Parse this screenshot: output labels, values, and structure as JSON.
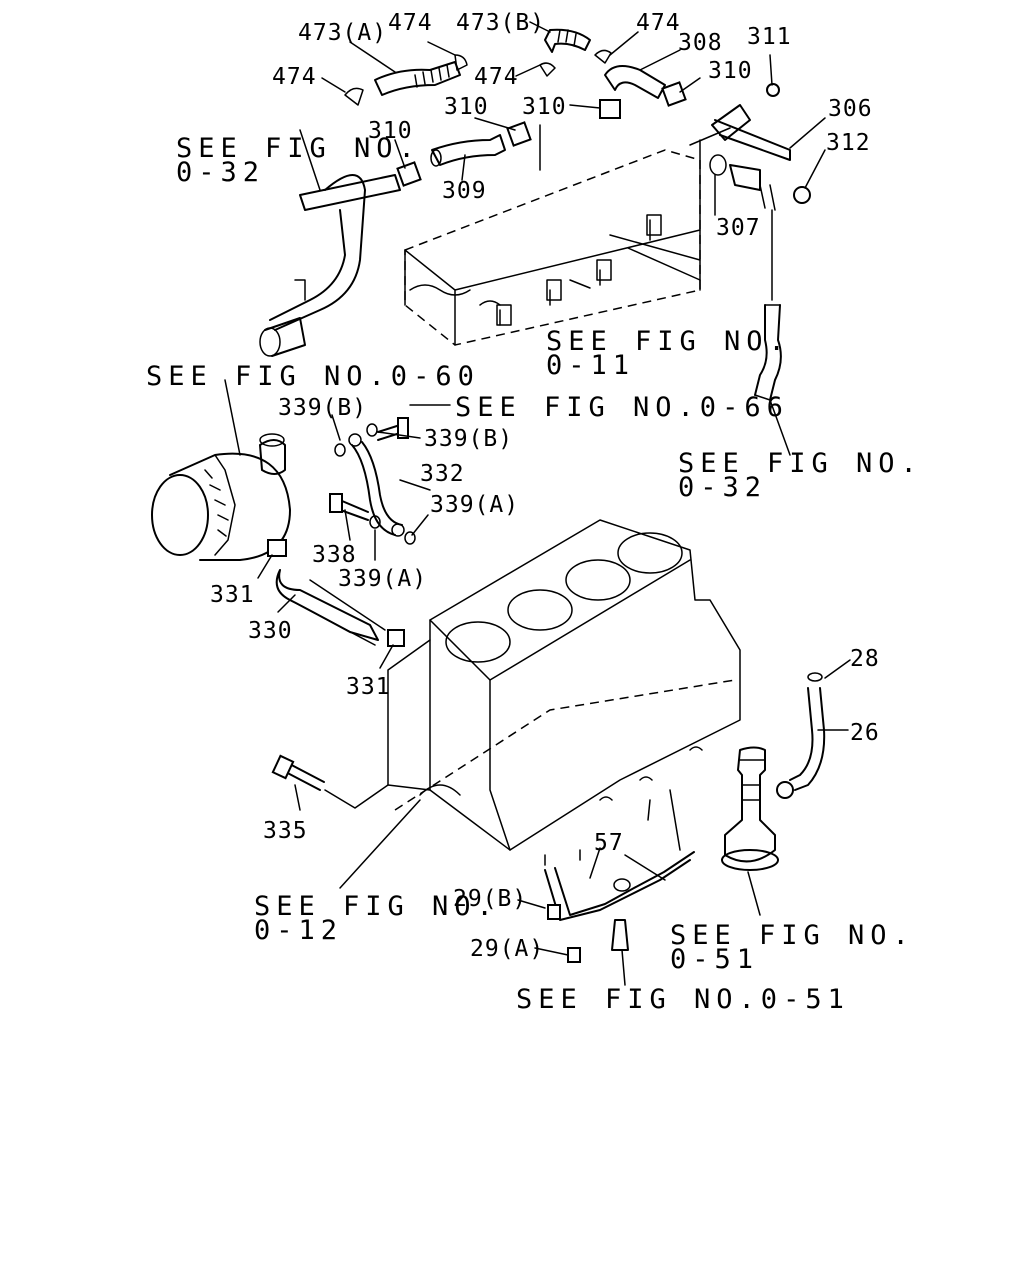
{
  "labels": {
    "l_473a": "473(A)",
    "l_474a": "474",
    "l_473b": "473(B)",
    "l_474b": "474",
    "l_308": "308",
    "l_311": "311",
    "l_474c": "474",
    "l_474d": "474",
    "l_310a": "310",
    "l_310b": "310",
    "l_310c": "310",
    "l_306": "306",
    "l_310d": "310",
    "l_312": "312",
    "l_309": "309",
    "l_307": "307",
    "l_339b1": "339(B)",
    "l_339b2": "339(B)",
    "l_332": "332",
    "l_339a1": "339(A)",
    "l_338": "338",
    "l_339a2": "339(A)",
    "l_331a": "331",
    "l_330": "330",
    "l_331b": "331",
    "l_28": "28",
    "l_26": "26",
    "l_335": "335",
    "l_57": "57",
    "l_29b": "29(B)",
    "l_29a": "29(A)"
  },
  "references": {
    "r1_line1": "SEE FIG NO.",
    "r1_line2": "0-32",
    "r2_line1": "SEE FIG NO.",
    "r2_line2": "0-11",
    "r3": "SEE FIG NO.0-60",
    "r4": "SEE FIG NO.0-66",
    "r5_line1": "SEE FIG NO.",
    "r5_line2": "0-32",
    "r6_line1": "SEE FIG NO.",
    "r6_line2": "0-12",
    "r7_line1": "SEE FIG NO.",
    "r7_line2": "0-51",
    "r8": "SEE FIG NO.0-51"
  }
}
